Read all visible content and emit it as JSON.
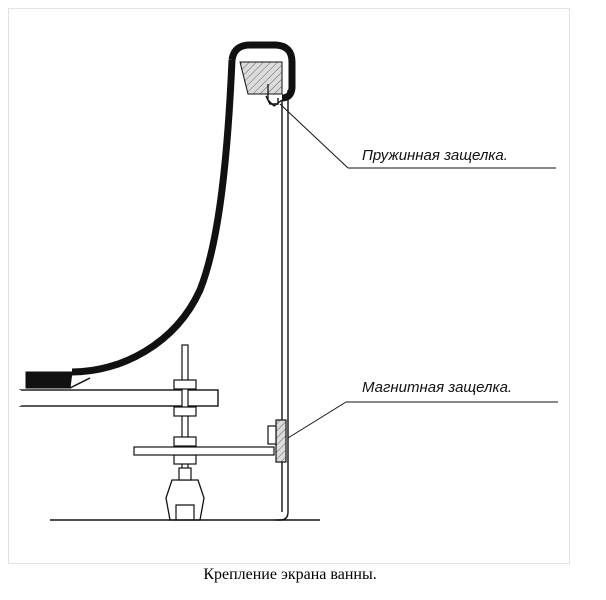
{
  "diagram": {
    "labels": {
      "spring_latch": "Пружинная защелка.",
      "magnetic_latch": "Магнитная защелка."
    },
    "caption": "Крепление экрана ванны."
  },
  "colors": {
    "line": "#1a1a1a",
    "hatch_fill": "#d9d9d9",
    "frame": "#e2e2e2"
  }
}
